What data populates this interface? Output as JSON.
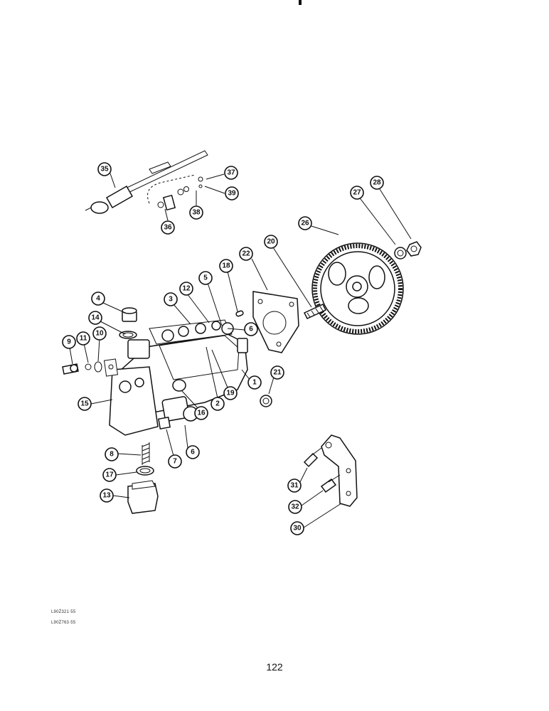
{
  "diagram": {
    "callouts": [
      {
        "id": "35",
        "label": "35"
      },
      {
        "id": "36",
        "label": "36"
      },
      {
        "id": "37",
        "label": "37"
      },
      {
        "id": "38",
        "label": "38"
      },
      {
        "id": "39",
        "label": "39"
      },
      {
        "id": "26",
        "label": "26"
      },
      {
        "id": "27",
        "label": "27"
      },
      {
        "id": "28",
        "label": "28"
      },
      {
        "id": "20",
        "label": "20"
      },
      {
        "id": "22",
        "label": "22"
      },
      {
        "id": "18",
        "label": "18"
      },
      {
        "id": "5",
        "label": "5"
      },
      {
        "id": "12",
        "label": "12"
      },
      {
        "id": "3",
        "label": "3"
      },
      {
        "id": "4",
        "label": "4"
      },
      {
        "id": "14",
        "label": "14"
      },
      {
        "id": "6a",
        "label": "6"
      },
      {
        "id": "9",
        "label": "9"
      },
      {
        "id": "11",
        "label": "11"
      },
      {
        "id": "10",
        "label": "10"
      },
      {
        "id": "1",
        "label": "1"
      },
      {
        "id": "21",
        "label": "21"
      },
      {
        "id": "19",
        "label": "19"
      },
      {
        "id": "2",
        "label": "2"
      },
      {
        "id": "16",
        "label": "16"
      },
      {
        "id": "15",
        "label": "15"
      },
      {
        "id": "6b",
        "label": "6"
      },
      {
        "id": "7",
        "label": "7"
      },
      {
        "id": "8",
        "label": "8"
      },
      {
        "id": "17",
        "label": "17"
      },
      {
        "id": "13",
        "label": "13"
      },
      {
        "id": "31",
        "label": "31"
      },
      {
        "id": "32",
        "label": "32"
      },
      {
        "id": "30",
        "label": "30"
      }
    ]
  },
  "references": [
    "L90Ż321·55",
    "L90Ż763·55"
  ],
  "page_number": "122"
}
